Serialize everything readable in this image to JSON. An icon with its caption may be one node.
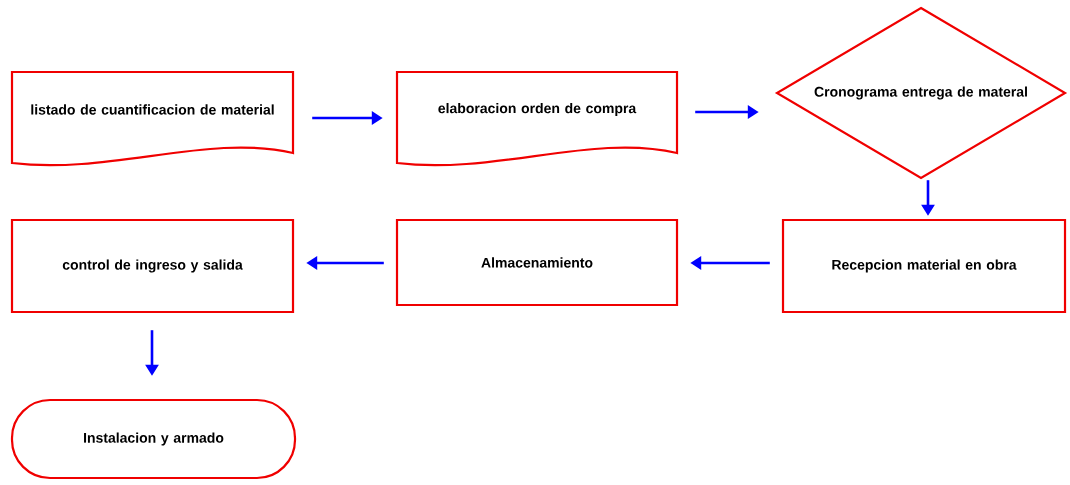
{
  "diagram": {
    "nodes": [
      {
        "text": [
          "listado de cuantificacion de material"
        ]
      },
      {
        "text": [
          "elaboracion orden de compra"
        ]
      },
      {
        "text": [
          "Cronograma entrega de materal"
        ]
      },
      {
        "text": [
          "Recepcion material en obra"
        ]
      },
      {
        "text": [
          "Almacenamiento"
        ]
      },
      {
        "text": [
          "control de ingreso y salida"
        ]
      },
      {
        "text": [
          "Instalacion y armado"
        ]
      }
    ],
    "edges": [
      {
        "from": 0,
        "to": 1,
        "arrow": "to"
      },
      {
        "from": 1,
        "to": 2,
        "arrow": "to"
      },
      {
        "from": 2,
        "to": 3,
        "arrow": "to"
      },
      {
        "from": 3,
        "to": 4,
        "arrow": "to"
      },
      {
        "from": 4,
        "to": 5,
        "arrow": "to"
      },
      {
        "from": 5,
        "to": 6,
        "arrow": "to"
      }
    ]
  }
}
